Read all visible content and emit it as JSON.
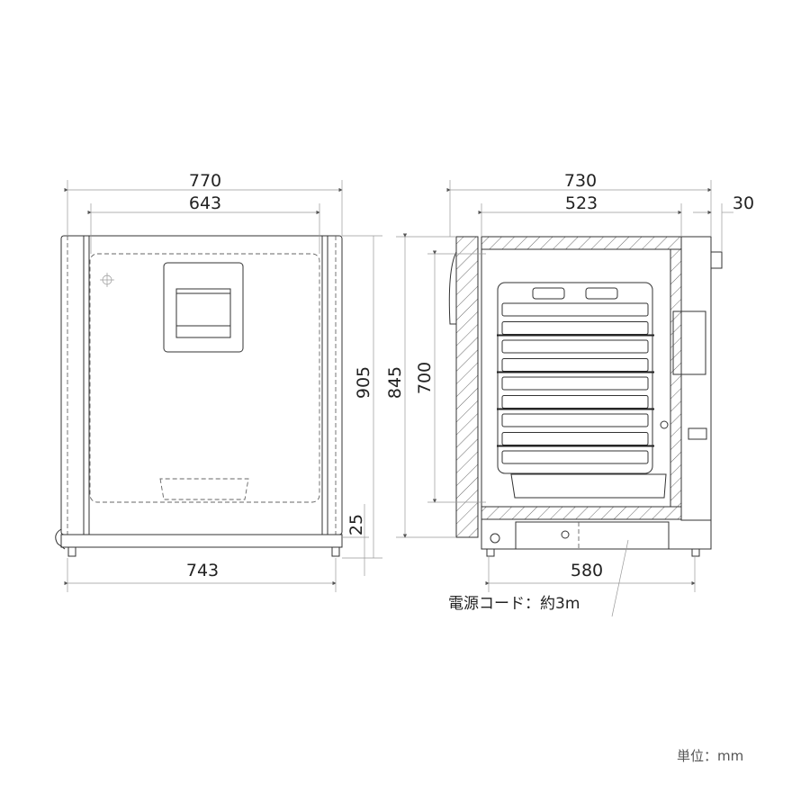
{
  "front_view": {
    "width_outer": "770",
    "width_inner": "643",
    "height_total": "905",
    "foot_height": "25",
    "width_base": "743"
  },
  "side_view": {
    "depth_total": "730",
    "depth_inner": "523",
    "rear_protrusion": "30",
    "height_body": "845",
    "height_inner": "700",
    "depth_base": "580"
  },
  "power_cord_note": "電源コード：約3m",
  "unit_note": "単位：mm",
  "shelf_count": 9
}
